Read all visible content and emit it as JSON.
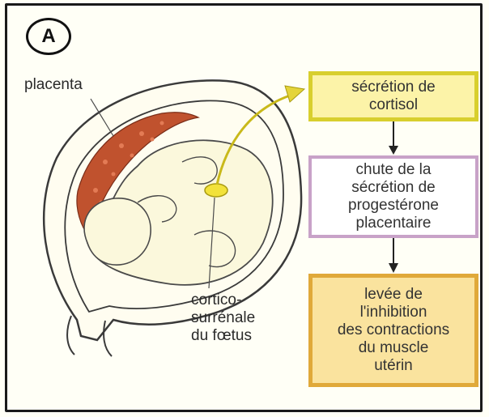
{
  "panel_label": "A",
  "labels": {
    "placenta": "placenta",
    "gland": "cortico-\nsurrénale\ndu fœtus"
  },
  "flow": [
    {
      "text": "sécrétion de\ncortisol"
    },
    {
      "text": "chute de la\nsécrétion de\nprogestérone\nplacentaire"
    },
    {
      "text": "levée de\nl'inhibition\ndes contractions\ndu muscle\nutérin"
    }
  ],
  "colors": {
    "placenta": "#c0522e",
    "gland": "#f2e23a",
    "fetus": "#fbf8dc",
    "box1_fill": "#fcf3a8",
    "box1_border": "#d8cf2e",
    "box2_border": "#c8a2c8",
    "box3_fill": "#fae39e",
    "box3_border": "#e0a93a"
  }
}
